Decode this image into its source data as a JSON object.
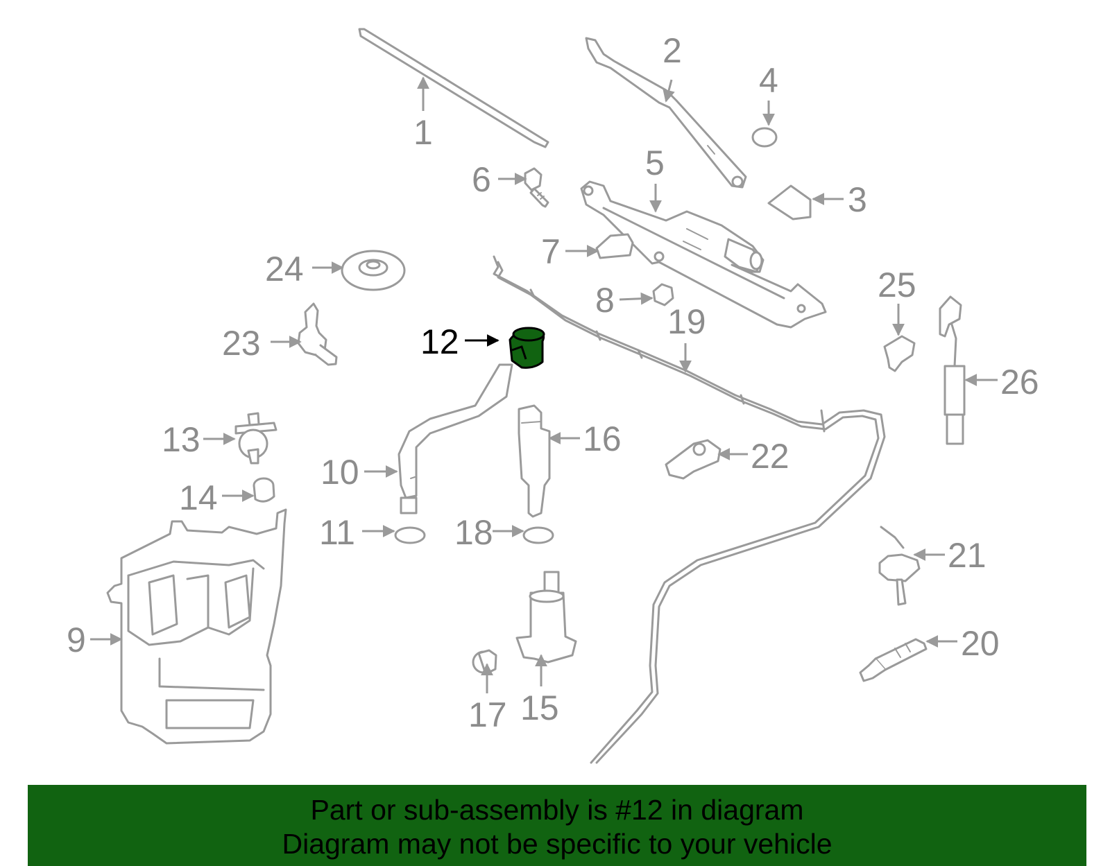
{
  "diagram": {
    "highlighted_part": "12",
    "highlight_color": "#116311",
    "part_color": "#9a9a9a",
    "callouts": [
      "1",
      "2",
      "3",
      "4",
      "5",
      "6",
      "7",
      "8",
      "9",
      "10",
      "11",
      "12",
      "13",
      "14",
      "15",
      "16",
      "17",
      "18",
      "19",
      "20",
      "21",
      "22",
      "23",
      "24",
      "25",
      "26"
    ]
  },
  "banner": {
    "line1": "Part or sub-assembly is #12 in diagram",
    "line2": "Diagram may not be specific to your vehicle",
    "background": "#116311"
  }
}
